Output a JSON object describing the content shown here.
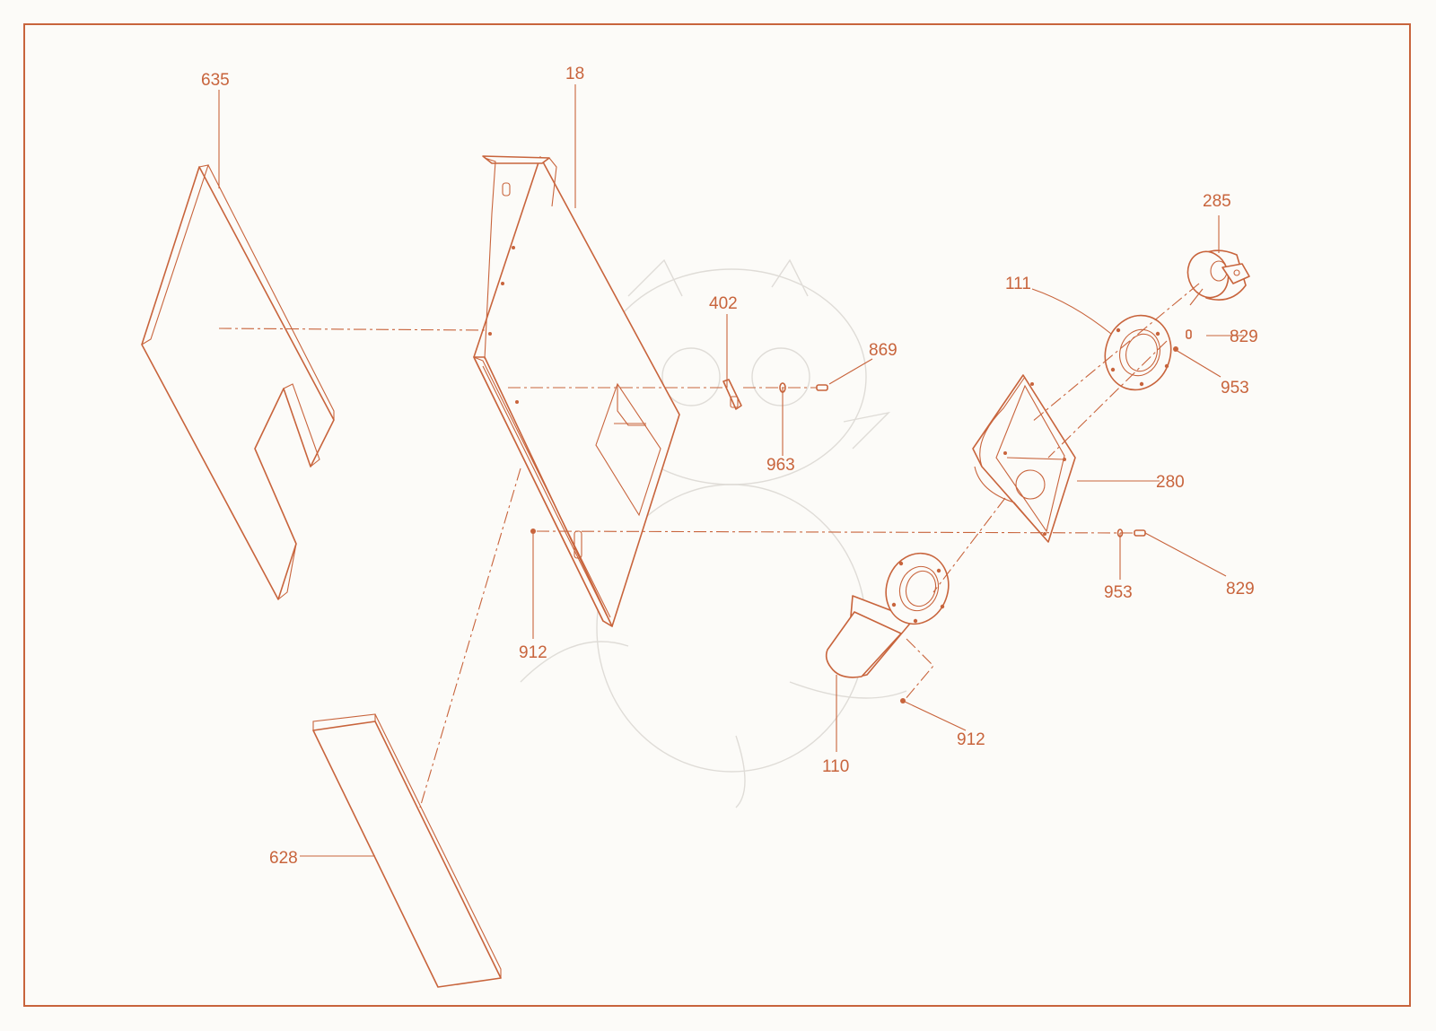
{
  "diagram": {
    "accent_color": "#c8643c",
    "background_color": "#fcfbf8",
    "callouts": {
      "p635": "635",
      "p18": "18",
      "p402": "402",
      "p869": "869",
      "p963": "963",
      "p111": "111",
      "p285": "285",
      "p829a": "829",
      "p953a": "953",
      "p280": "280",
      "p953b": "953",
      "p829b": "829",
      "p912a": "912",
      "p912b": "912",
      "p110": "110",
      "p628": "628"
    }
  }
}
